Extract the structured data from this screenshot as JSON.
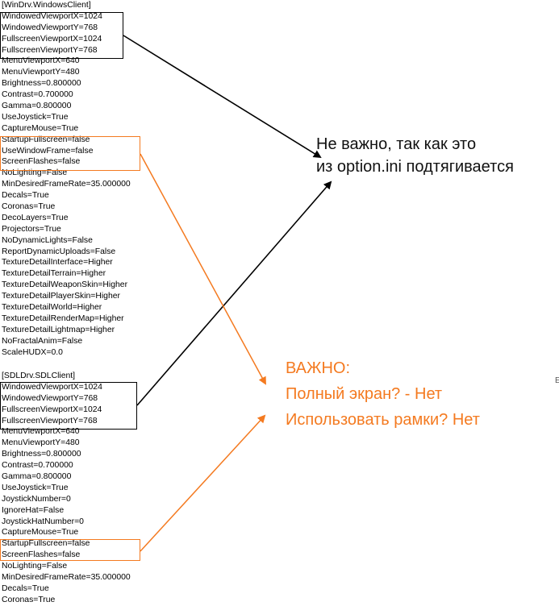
{
  "windows_client": {
    "lines": [
      "[WinDrv.WindowsClient]",
      "WindowedViewportX=1024",
      "WindowedViewportY=768",
      "FullscreenViewportX=1024",
      "FullscreenViewportY=768",
      "MenuViewportX=640",
      "MenuViewportY=480",
      "Brightness=0.800000",
      "Contrast=0.700000",
      "Gamma=0.800000",
      "UseJoystick=True",
      "CaptureMouse=True",
      "StartupFullscreen=false",
      "UseWindowFrame=false",
      "ScreenFlashes=false",
      "NoLighting=False",
      "MinDesiredFrameRate=35.000000",
      "Decals=True",
      "Coronas=True",
      "DecoLayers=True",
      "Projectors=True",
      "NoDynamicLights=False",
      "ReportDynamicUploads=False",
      "TextureDetailInterface=Higher",
      "TextureDetailTerrain=Higher",
      "TextureDetailWeaponSkin=Higher",
      "TextureDetailPlayerSkin=Higher",
      "TextureDetailWorld=Higher",
      "TextureDetailRenderMap=Higher",
      "TextureDetailLightmap=Higher",
      "NoFractalAnim=False",
      "ScaleHUDX=0.0"
    ]
  },
  "sdl_client": {
    "lines": [
      "[SDLDrv.SDLClient]",
      "WindowedViewportX=1024",
      "WindowedViewportY=768",
      "FullscreenViewportX=1024",
      "FullscreenViewportY=768",
      "MenuViewportX=640",
      "MenuViewportY=480",
      "Brightness=0.800000",
      "Contrast=0.700000",
      "Gamma=0.800000",
      "UseJoystick=True",
      "JoystickNumber=0",
      "IgnoreHat=False",
      "JoystickHatNumber=0",
      "CaptureMouse=True",
      "StartupFullscreen=false",
      "ScreenFlashes=false",
      "NoLighting=False",
      "MinDesiredFrameRate=35.000000",
      "Decals=True",
      "Coronas=True"
    ]
  },
  "annotations": {
    "not_important_line1": "Не важно, так как это",
    "not_important_line2": "из option.ini подтягивается",
    "important_title": "ВАЖНО:",
    "important_q1": "Полный экран? - Нет",
    "important_q2": "Использовать рамки? Нет",
    "stray_glyph": "E"
  },
  "colors": {
    "highlight_black": "#000000",
    "highlight_orange": "#f47a20"
  }
}
